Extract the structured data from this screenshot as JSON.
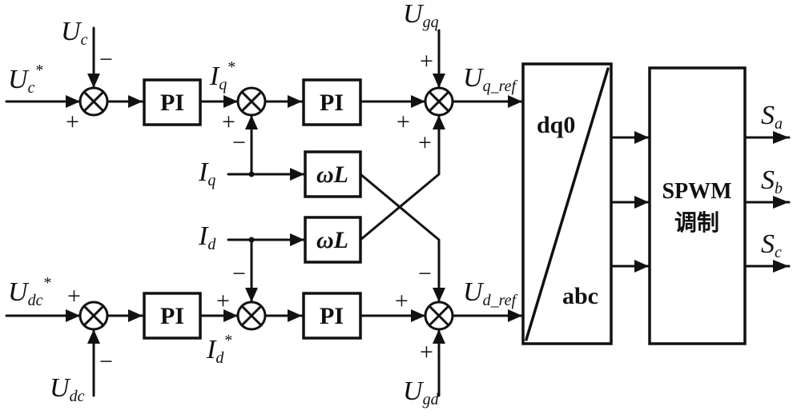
{
  "signals": {
    "uc_ref": {
      "main": "U",
      "sub": "c",
      "sup": "*"
    },
    "uc": {
      "main": "U",
      "sub": "c"
    },
    "iq_ref": {
      "main": "I",
      "sub": "q",
      "sup": "*"
    },
    "ugq": {
      "main": "U",
      "sub": "gq"
    },
    "uq_ref": {
      "main": "U",
      "sub": "q_ref"
    },
    "iq": {
      "main": "I",
      "sub": "q"
    },
    "id": {
      "main": "I",
      "sub": "d"
    },
    "udc_ref": {
      "main": "U",
      "sub": "dc",
      "sup": "*"
    },
    "udc": {
      "main": "U",
      "sub": "dc"
    },
    "id_ref": {
      "main": "I",
      "sub": "d",
      "sup": "*"
    },
    "ud_ref": {
      "main": "U",
      "sub": "d_ref"
    },
    "ugd": {
      "main": "U",
      "sub": "gd"
    },
    "sa": {
      "main": "S",
      "sub": "a"
    },
    "sb": {
      "main": "S",
      "sub": "b"
    },
    "sc": {
      "main": "S",
      "sub": "c"
    }
  },
  "blocks": {
    "pi_label": "PI",
    "omega_l_label": "ωL",
    "transform_top": "dq0",
    "transform_bottom": "abc",
    "spwm_line1": "SPWM",
    "spwm_line2": "调制"
  },
  "signs": {
    "plus": "+",
    "minus": "−"
  }
}
